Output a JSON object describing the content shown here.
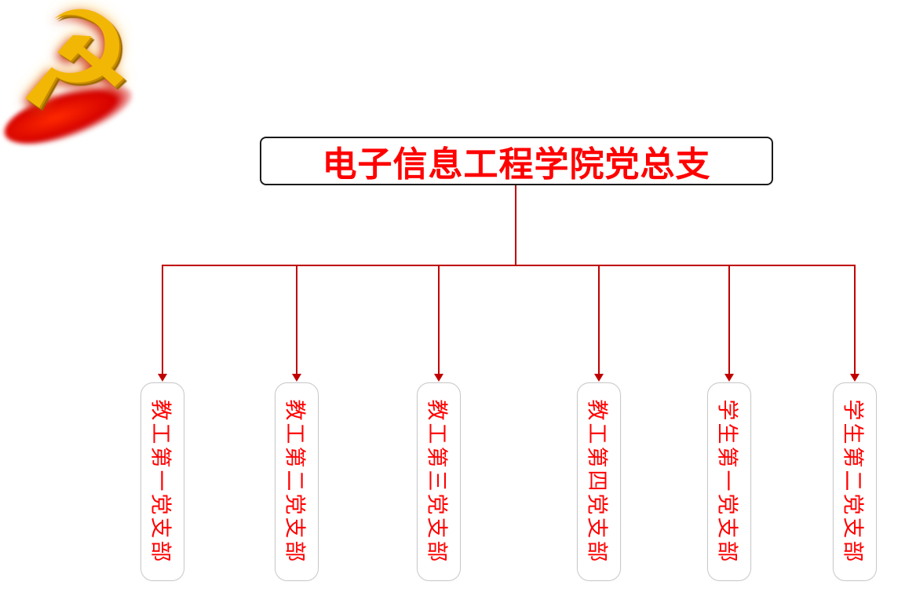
{
  "diagram": {
    "type": "org-chart",
    "root": {
      "label": "电子信息工程学院党总支"
    },
    "branches": [
      {
        "label": "教工第一党支部"
      },
      {
        "label": "教工第二党支部"
      },
      {
        "label": "教工第三党支部"
      },
      {
        "label": "教工第四党支部"
      },
      {
        "label": "学生第一党支部"
      },
      {
        "label": "学生第二党支部"
      }
    ]
  },
  "emblem": {
    "icon": "hammer-sickle",
    "glyph": "☭"
  },
  "colors": {
    "line_color": "#c00000",
    "text_color": "#ff0000",
    "title_border_color": "#1a1a1a",
    "branch_border_color": "#c9c9c9",
    "emblem_gold": "#f2b705",
    "emblem_red": "#e60012",
    "background": "#ffffff"
  }
}
